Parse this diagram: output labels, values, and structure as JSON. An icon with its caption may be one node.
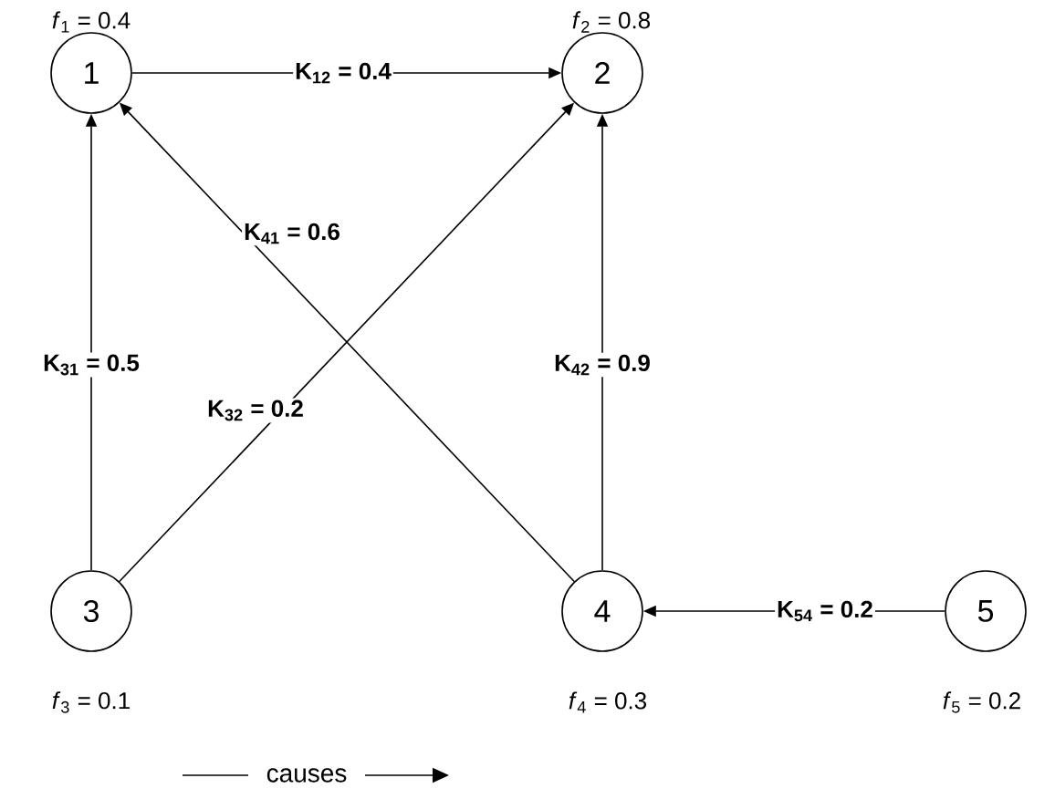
{
  "diagram": {
    "nodes": [
      {
        "text": [
          "1"
        ],
        "beside": [
          "*f*$_{1}$ = 0.4"
        ]
      },
      {
        "text": [
          "2"
        ],
        "beside": [
          "*f*$_{2}$ = 0.8"
        ]
      },
      {
        "text": [
          "3"
        ],
        "beside": [
          "*f*$_{3}$ = 0.1"
        ]
      },
      {
        "text": [
          "4"
        ],
        "beside": [
          "*f*$_{4}$ = 0.3"
        ]
      },
      {
        "text": [
          "5"
        ],
        "beside": [
          "*f*$_{5}$ = 0.2"
        ]
      }
    ],
    "edges": [
      {
        "from": 0,
        "to": 1,
        "arrow": "to",
        "label": "K$_{12}$ = 0.4"
      },
      {
        "from": 3,
        "to": 0,
        "arrow": "to",
        "label": "K$_{41}$ = 0.6"
      },
      {
        "from": 2,
        "to": 0,
        "arrow": "to",
        "label": "K$_{31}$ = 0.5"
      },
      {
        "from": 2,
        "to": 1,
        "arrow": "to",
        "label": "K$_{32}$ = 0.2"
      },
      {
        "from": 3,
        "to": 1,
        "arrow": "to",
        "label": "K$_{42}$ = 0.9"
      },
      {
        "from": 4,
        "to": 3,
        "arrow": "to",
        "label": "K$_{54}$ = 0.2"
      }
    ],
    "labels": [
      "causes"
    ]
  }
}
